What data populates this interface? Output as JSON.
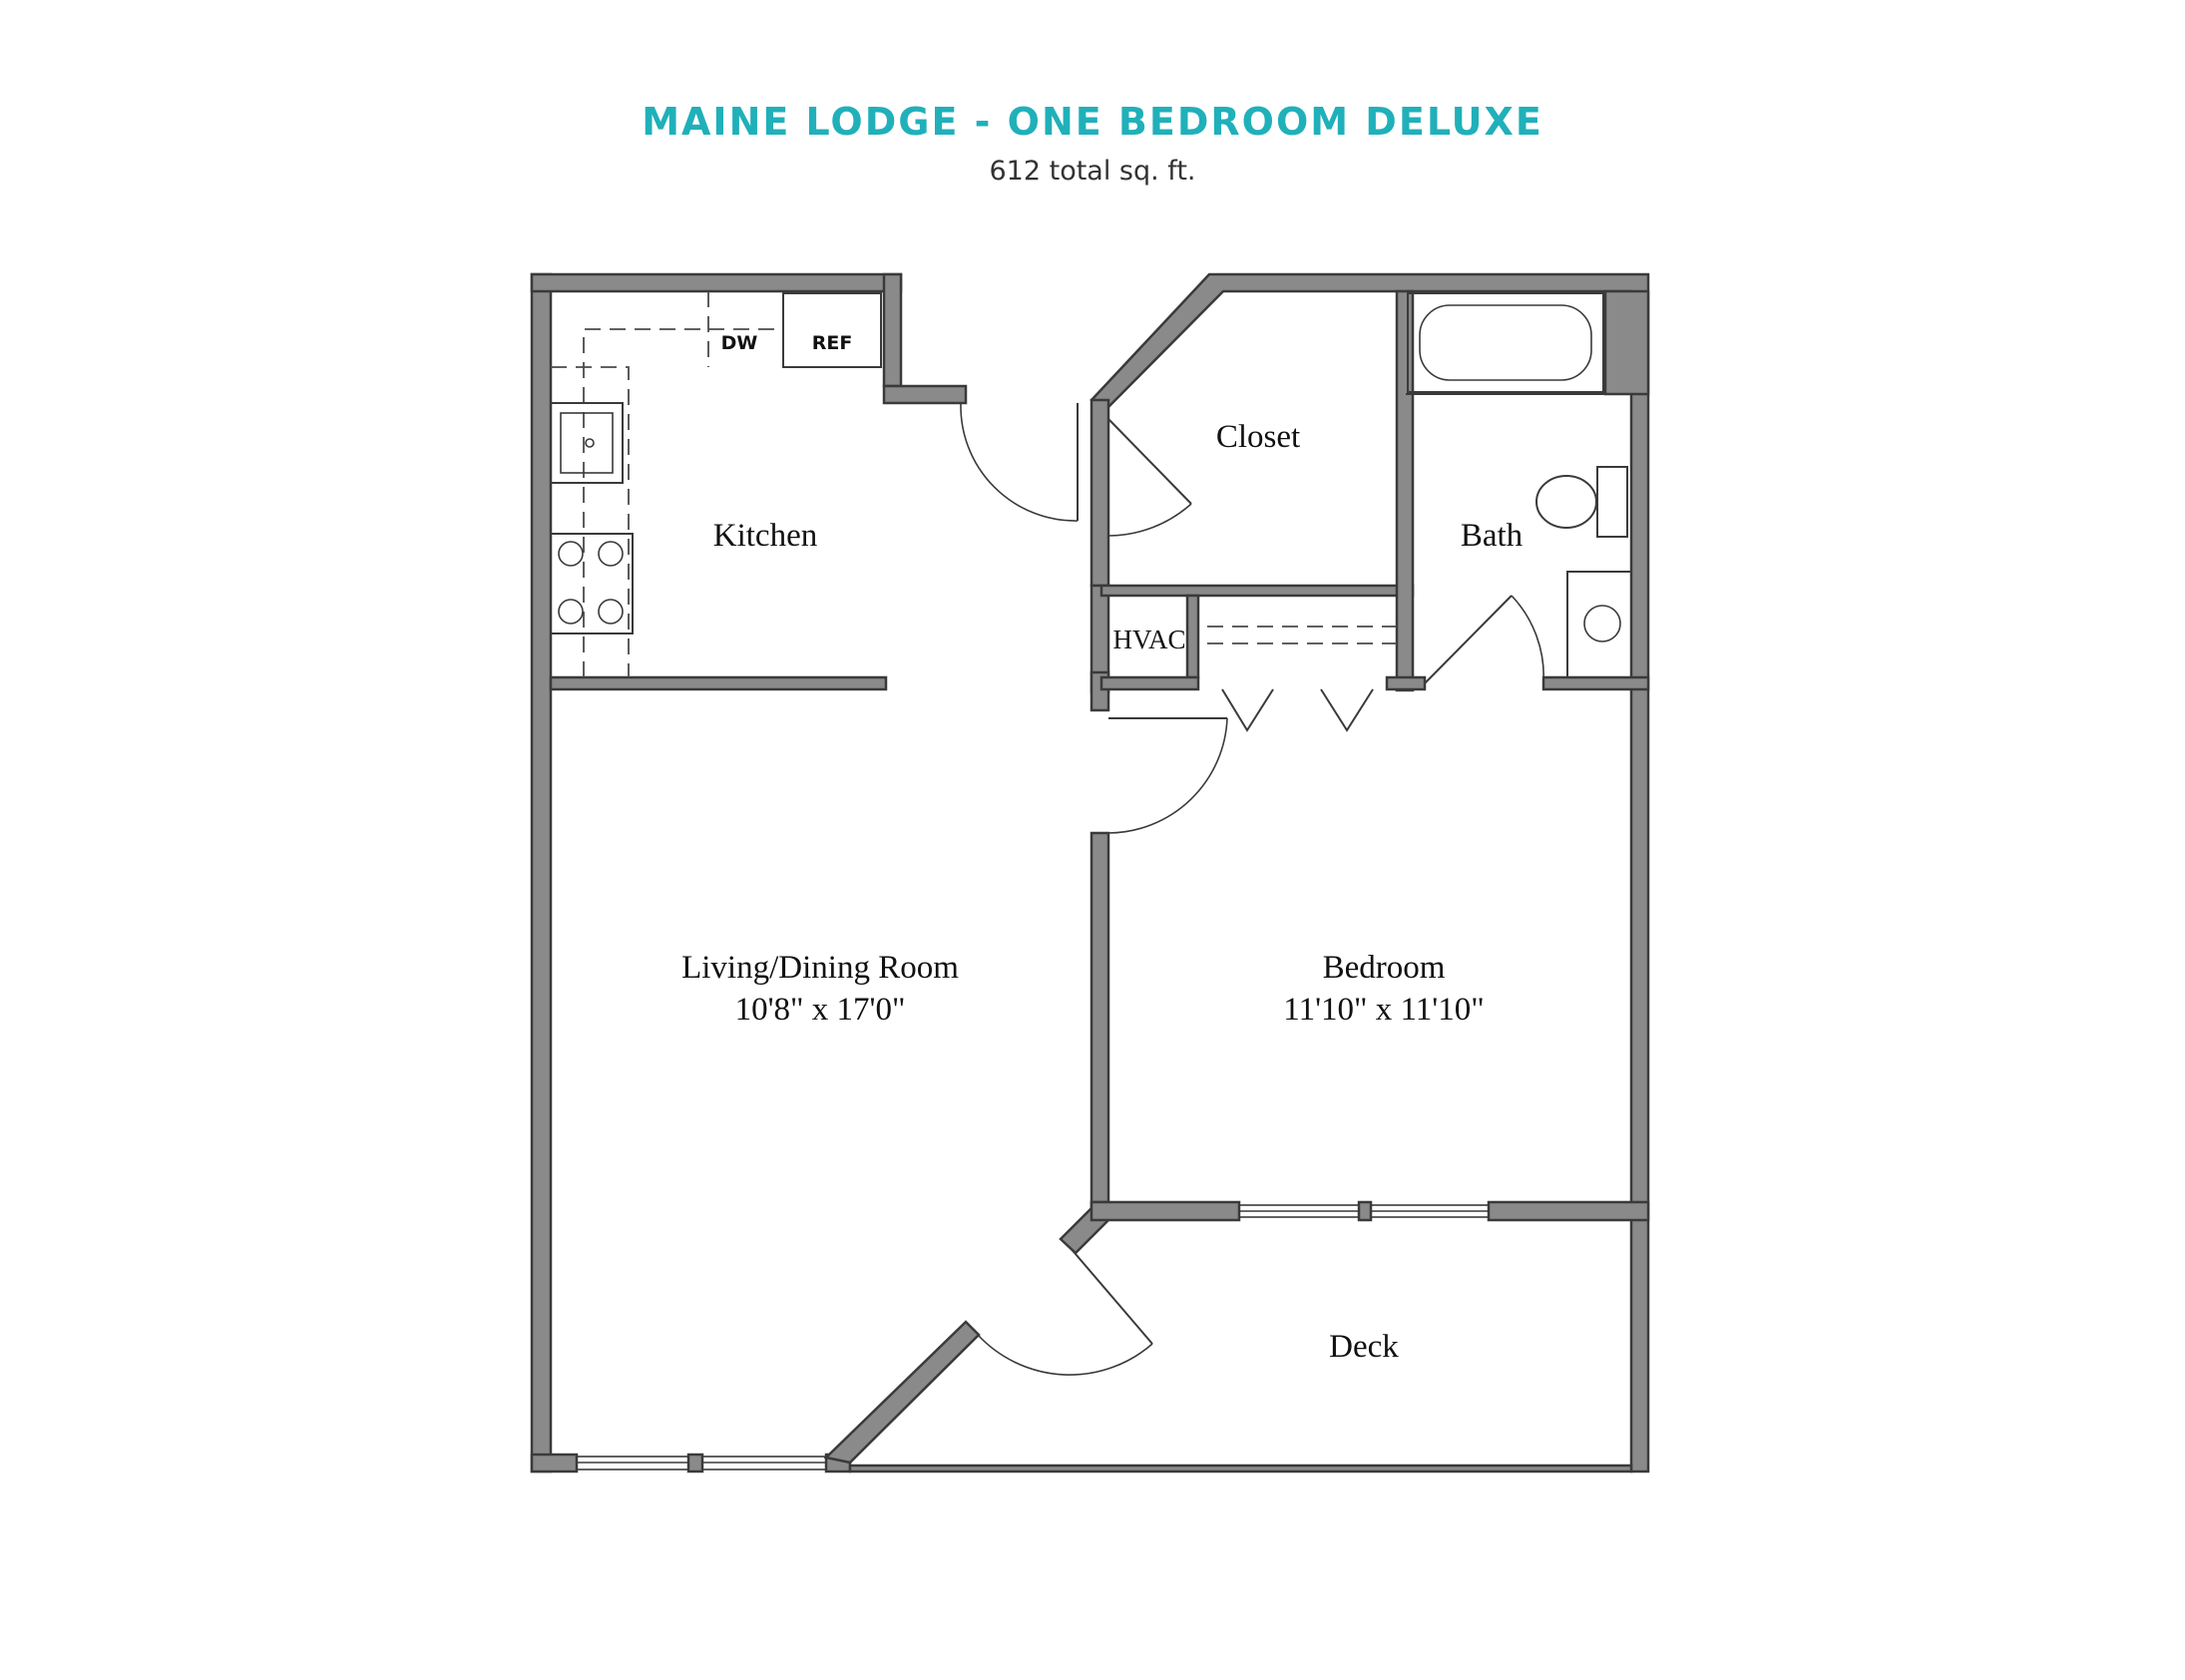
{
  "header": {
    "title": "MAINE LODGE - ONE BEDROOM DELUXE",
    "subtitle": "612 total sq. ft."
  },
  "rooms": {
    "kitchen": {
      "name": "Kitchen"
    },
    "closet": {
      "name": "Closet"
    },
    "bath": {
      "name": "Bath"
    },
    "hvac": {
      "name": "HVAC"
    },
    "living": {
      "name": "Living/Dining Room",
      "dimensions": "10'8\" x 17'0\""
    },
    "bedroom": {
      "name": "Bedroom",
      "dimensions": "11'10\" x 11'10\""
    },
    "deck": {
      "name": "Deck"
    }
  },
  "fixtures": {
    "dishwasher": "DW",
    "refrigerator": "REF"
  },
  "colors": {
    "title": "#20b0ba",
    "wall_fill": "#8a8a8a",
    "line": "#3a3a3a"
  }
}
